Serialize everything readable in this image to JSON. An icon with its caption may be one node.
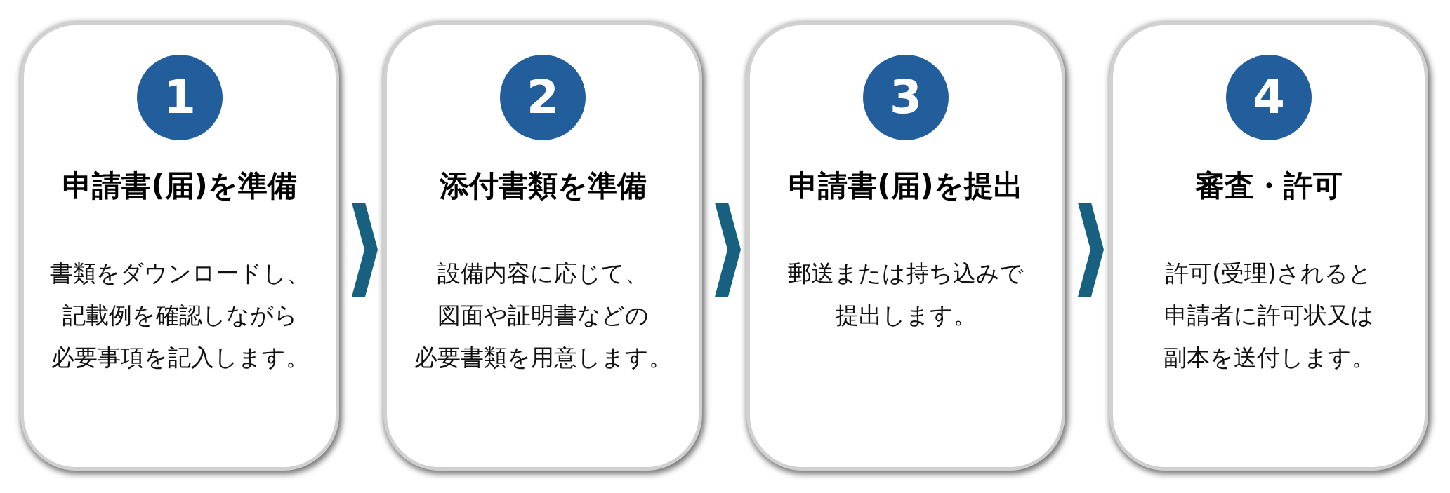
{
  "diagram": {
    "nodes": [
      {
        "text": [
          "申請書(届)を準備",
          "書類をダウンロードし、記載例を確認しながら必要事項を記入します。"
        ]
      },
      {
        "text": [
          "1"
        ],
        "in": 0
      },
      {
        "text": [
          "添付書類を準備",
          "設備内容に応じて、図面や証明書などの必要書類を用意します。"
        ]
      },
      {
        "text": [
          "2"
        ],
        "in": 2
      },
      {
        "text": [
          "申請書(届)を提出",
          "郵送または持ち込みで提出します。"
        ]
      },
      {
        "text": [
          "3"
        ],
        "in": 4
      },
      {
        "text": [
          "審査・許可",
          "許可(受理)されると申請者に許可状又は副本を送付します。"
        ]
      },
      {
        "text": [
          "4"
        ],
        "in": 6
      }
    ],
    "edges": [
      {
        "from": 0,
        "to": 2,
        "arrow": "to"
      },
      {
        "from": 2,
        "to": 4,
        "arrow": "to"
      },
      {
        "from": 4,
        "to": 6,
        "arrow": "to"
      }
    ]
  }
}
